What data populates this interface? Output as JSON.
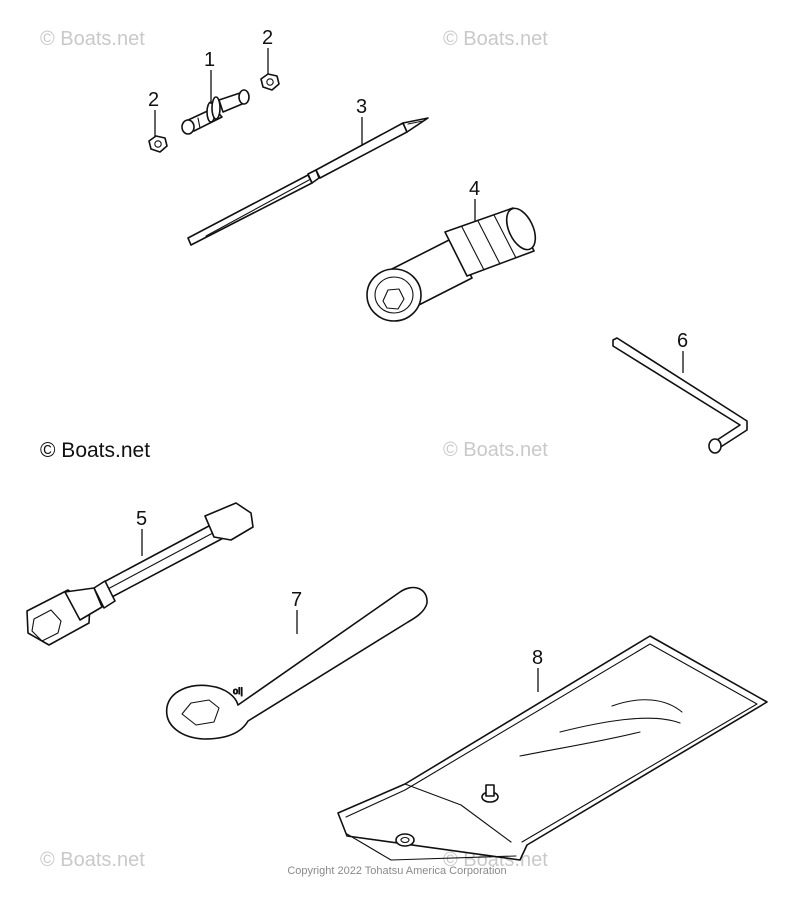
{
  "watermarks": {
    "faint": [
      "© Boats.net",
      "© Boats.net",
      "© Boats.net",
      "© Boats.net",
      "© Boats.net"
    ],
    "main": "© Boats.net"
  },
  "copyright": "Copyright 2022 Tohatsu America Corporation",
  "parts": [
    {
      "label": "1"
    },
    {
      "label": "2"
    },
    {
      "label": "2"
    },
    {
      "label": "3"
    },
    {
      "label": "4"
    },
    {
      "label": "5"
    },
    {
      "label": "6"
    },
    {
      "label": "7"
    },
    {
      "label": "8"
    }
  ]
}
